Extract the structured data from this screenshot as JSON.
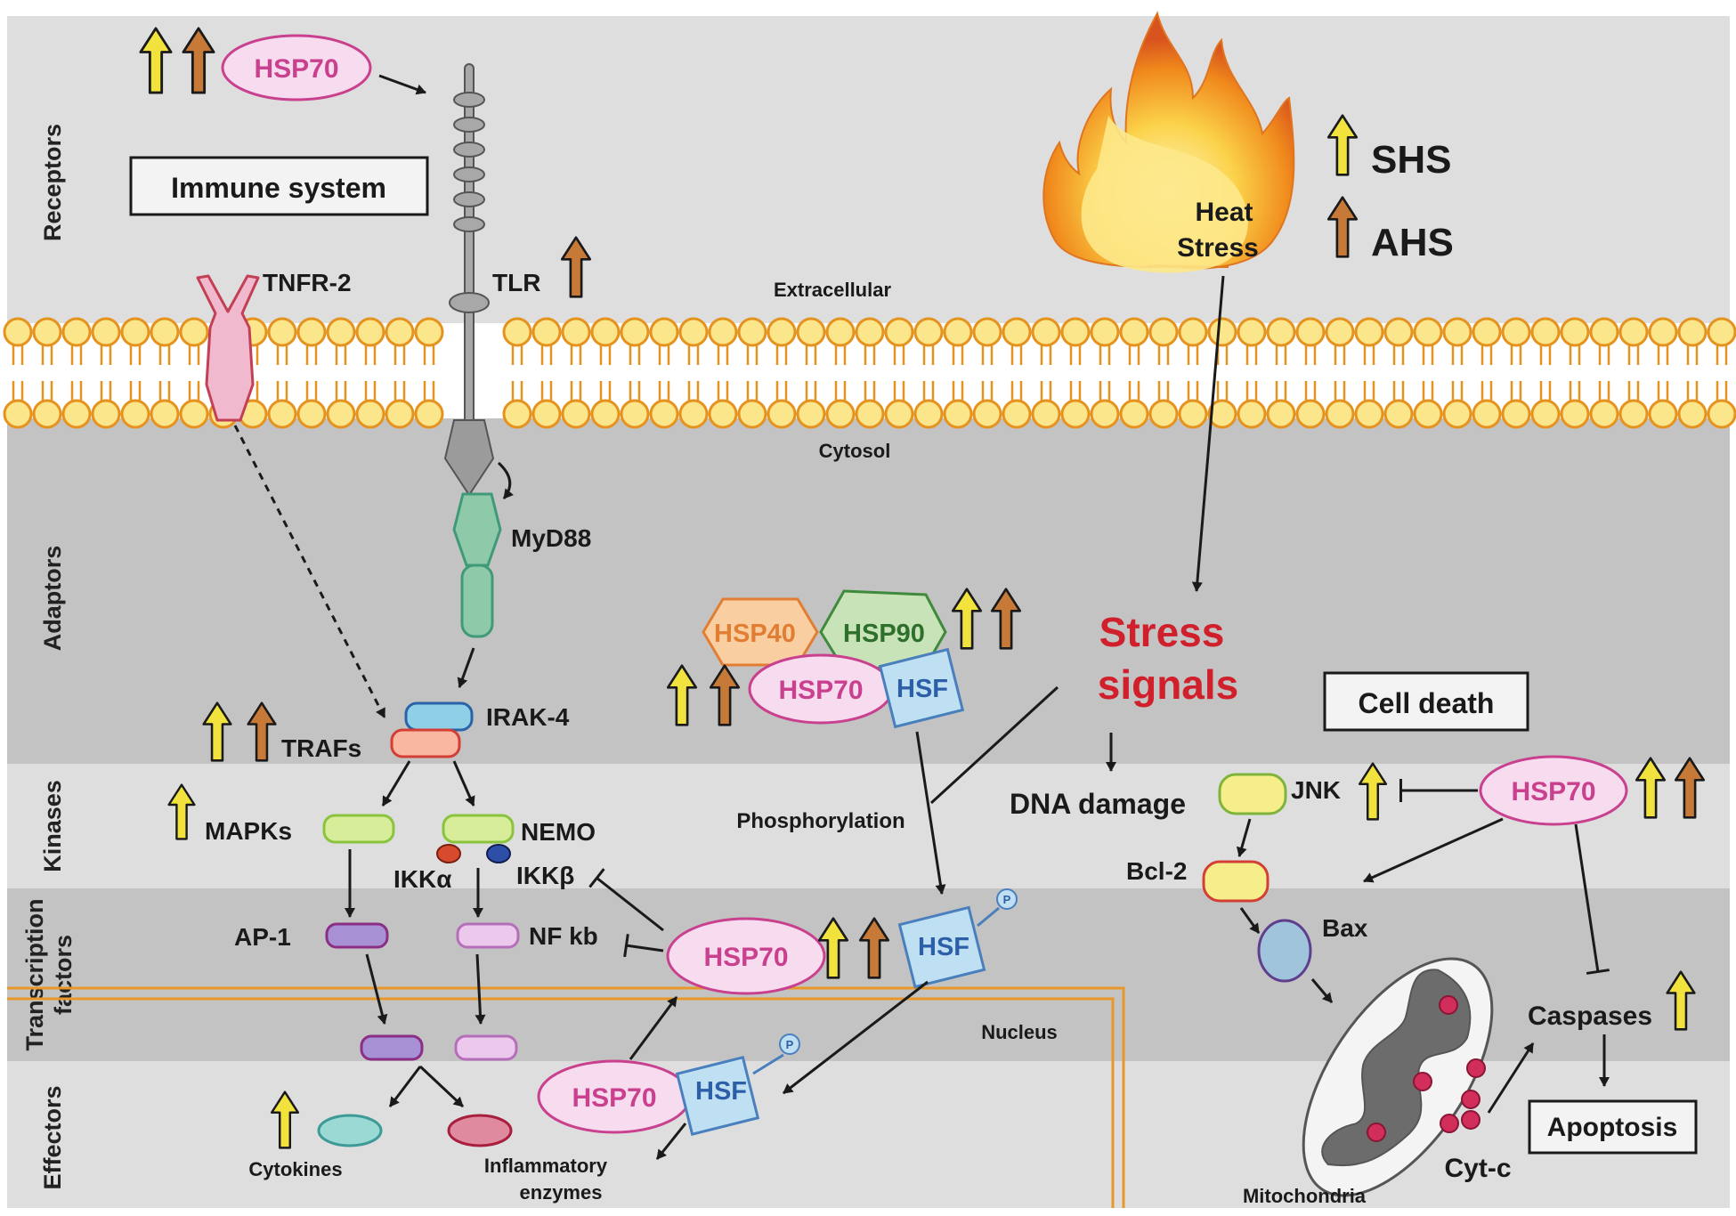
{
  "sections": {
    "receptors": "Receptors",
    "adaptors": "Adaptors",
    "kinases": "Kinases",
    "tf_line1": "Transcription",
    "tf_line2": "factors",
    "effectors": "Effectors"
  },
  "regions": {
    "extracellular": "Extracellular",
    "cytosol": "Cytosol",
    "nucleus": "Nucleus",
    "mitochondria": "Mitochondria"
  },
  "boxes": {
    "immune_system": "Immune system",
    "cell_death": "Cell death",
    "apoptosis": "Apoptosis"
  },
  "heat": {
    "line1": "Heat",
    "line2": "Stress",
    "shs": "SHS",
    "ahs": "AHS"
  },
  "stress": {
    "line1": "Stress",
    "line2": "signals"
  },
  "molecules": {
    "hsp70": "HSP70",
    "hsp40": "HSP40",
    "hsp90": "HSP90",
    "hsf": "HSF",
    "phospho": "P",
    "tnfr2": "TNFR-2",
    "tlr": "TLR",
    "myd88": "MyD88",
    "irak4": "IRAK-4",
    "trafs": "TRAFs",
    "mapks": "MAPKs",
    "nemo": "NEMO",
    "ikka": "IKKα",
    "ikkb": "IKKβ",
    "ap1": "AP-1",
    "nfkb": "NF kb",
    "cytokines": "Cytokines",
    "inflam1": "Inflammatory",
    "inflam2": "enzymes",
    "phosphorylation": "Phosphorylation",
    "dna_damage": "DNA damage",
    "jnk": "JNK",
    "bcl2": "Bcl-2",
    "bax": "Bax",
    "caspases": "Caspases",
    "cytc": "Cyt-c"
  },
  "colors": {
    "shs_arrow": "#f2e23e",
    "ahs_arrow": "#c77a37",
    "hsp70_fill": "#f7dcef",
    "hsp70_stroke": "#c9408e",
    "hsf_fill": "#bfe0f2",
    "hsf_stroke": "#4a7fbd",
    "stress_text": "#d0202c",
    "membrane_head": "#fbe68c",
    "membrane_stroke": "#e5921f"
  }
}
